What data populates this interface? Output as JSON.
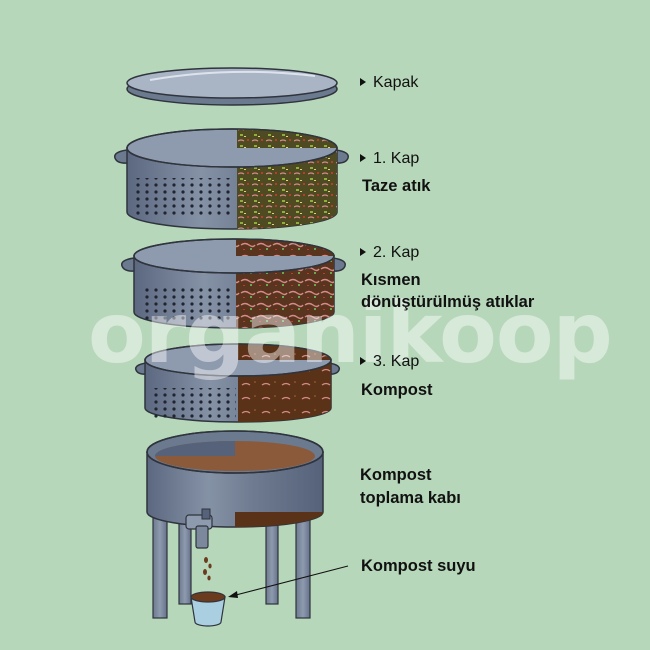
{
  "watermark": "organikoop",
  "colors": {
    "background": "#b7d7ba",
    "bin_shell": "#6c7a8f",
    "bin_light": "#b7c1d0",
    "bin_outline": "#2f343d",
    "fresh_waste": "#4e4a22",
    "partial_waste": "#59351f",
    "compost": "#5a3217",
    "compost_liquid": "#6a3b1d",
    "worm": "#d88a8a"
  },
  "labels": {
    "lid": "Kapak",
    "tier1": "1. Kap",
    "tier1_desc": "Taze atık",
    "tier2": "2. Kap",
    "tier2_desc_line1": "Kısmen",
    "tier2_desc_line2": "dönüştürülmüş atıklar",
    "tier3": "3. Kap",
    "tier3_desc": "Kompost",
    "collector_line1": "Kompost",
    "collector_line2": "toplama kabı",
    "liquid": "Kompost suyu"
  }
}
